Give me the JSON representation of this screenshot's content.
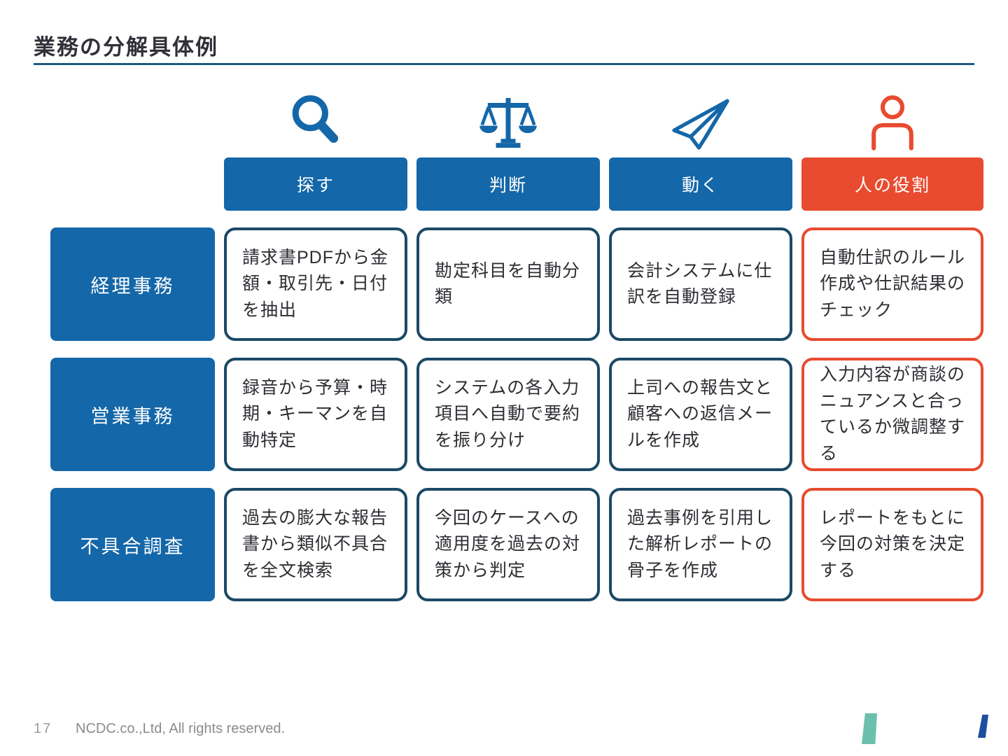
{
  "title": "業務の分解具体例",
  "columns": [
    {
      "icon": "magnifier-icon",
      "label": "探す"
    },
    {
      "icon": "scales-icon",
      "label": "判断"
    },
    {
      "icon": "paper-plane-icon",
      "label": "動く"
    },
    {
      "icon": "person-icon",
      "label": "人の役割"
    }
  ],
  "rows": [
    {
      "label": "経理事務",
      "cells": [
        "請求書PDFから金額・取引先・日付を抽出",
        "勘定科目を自動分類",
        "会計システムに仕訳を自動登録",
        "自動仕訳のルール作成や仕訳結果のチェック"
      ]
    },
    {
      "label": "営業事務",
      "cells": [
        "録音から予算・時期・キーマンを自動特定",
        "システムの各入力項目へ自動で要約を振り分け",
        "上司への報告文と顧客への返信メールを作成",
        "入力内容が商談のニュアンスと合っているか微調整する"
      ]
    },
    {
      "label": "不具合調査",
      "cells": [
        "過去の膨大な報告書から類似不具合を全文検索",
        "今回のケースへの適用度を過去の対策から判定",
        "過去事例を引用した解析レポートの骨子を作成",
        "レポートをもとに今回の対策を決定する"
      ]
    }
  ],
  "footer": {
    "page_number": "17",
    "copyright": "NCDC.co.,Ltd, All rights reserved."
  },
  "colors": {
    "blue": "#1467A8",
    "navy": "#1B4965",
    "red": "#E84B2F",
    "ink": "#2E2D33",
    "rule": "#1C5B7E",
    "gray": "#8C8C8C",
    "teal": "#6CBFAD",
    "logoblue": "#1C4F9F"
  }
}
